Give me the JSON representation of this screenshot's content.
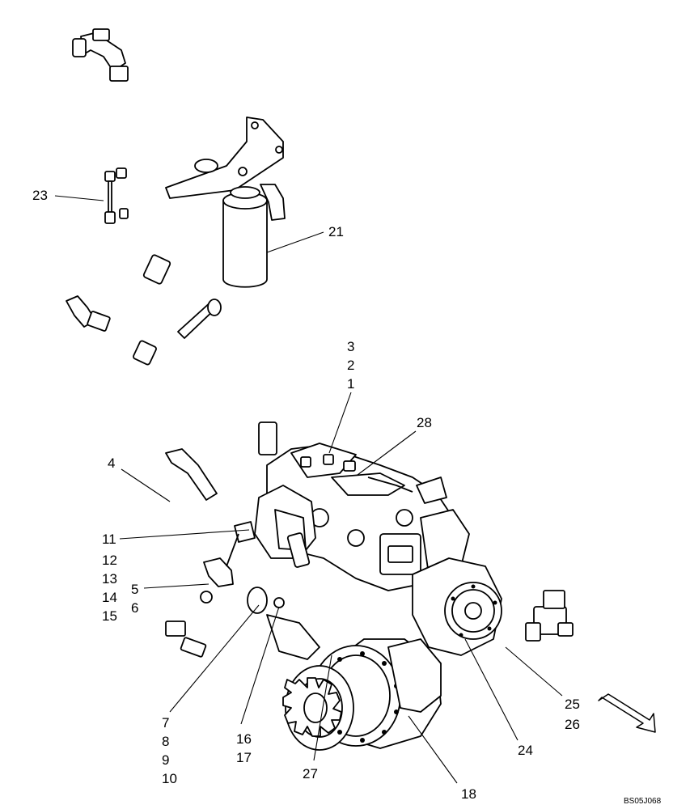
{
  "diagram": {
    "reference_code": "BS05J068",
    "callouts": {
      "c23": "23",
      "c21": "21",
      "c3": "3",
      "c2": "2",
      "c1": "1",
      "c28": "28",
      "c4": "4",
      "c11": "11",
      "c12": "12",
      "c13": "13",
      "c14": "14",
      "c15": "15",
      "c5": "5",
      "c6": "6",
      "c7": "7",
      "c8": "8",
      "c9": "9",
      "c10": "10",
      "c16": "16",
      "c17": "17",
      "c27": "27",
      "c18": "18",
      "c24": "24",
      "c25": "25",
      "c26": "26"
    },
    "icons": {
      "direction_arrow": "forward-direction-arrow-icon"
    }
  }
}
